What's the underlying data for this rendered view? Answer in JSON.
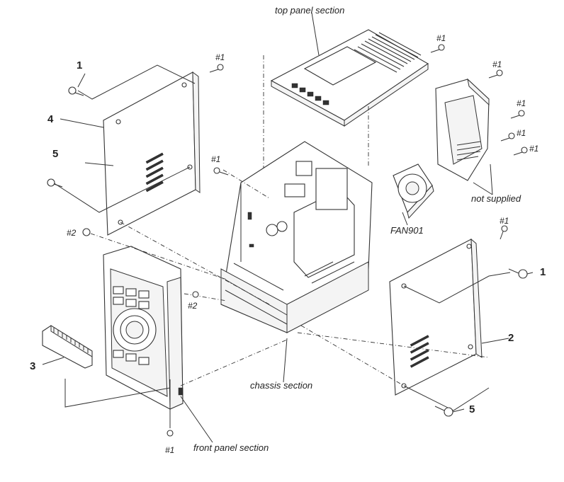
{
  "labels": {
    "top_panel": "top panel section",
    "not_supplied": "not supplied",
    "fan": "FAN901",
    "chassis": "chassis section",
    "front_panel": "front panel section"
  },
  "callouts": {
    "n1": "1",
    "n2": "2",
    "n3": "3",
    "n4": "4",
    "n5": "5"
  },
  "screws": {
    "s1": "#1",
    "s2": "#2"
  }
}
